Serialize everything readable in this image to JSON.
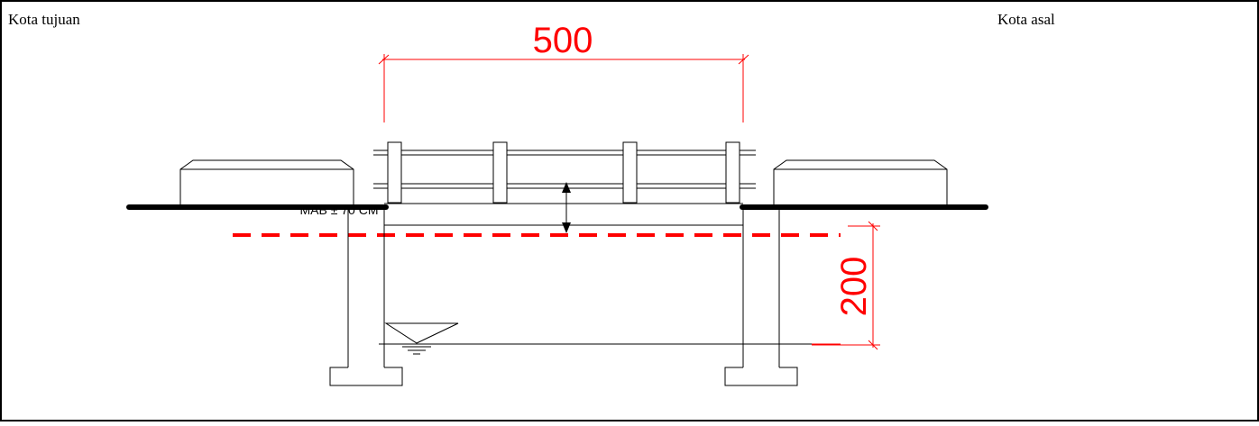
{
  "labels": {
    "left_city": "Kota tujuan",
    "right_city": "Kota asal"
  },
  "drawing": {
    "span_dimension": "500",
    "height_dimension": "200",
    "water_level_note": "MAB ± 70 CM"
  },
  "colors": {
    "dimension": "#ff0000",
    "line": "#000000",
    "background": "#ffffff"
  }
}
